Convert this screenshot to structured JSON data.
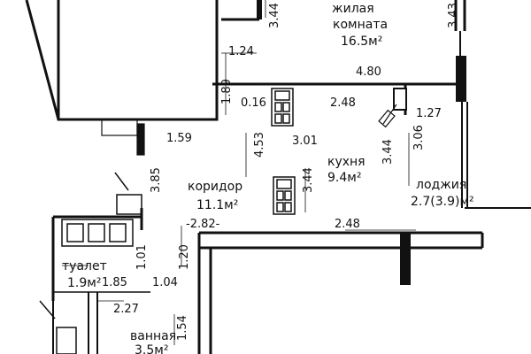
{
  "rooms": {
    "living_name": "жилая",
    "living_name2": "комната",
    "living_area": "16.5м²",
    "kitchen_name": "кухня",
    "kitchen_area": "9.4м²",
    "corridor_name": "коридор",
    "corridor_area": "11.1м²",
    "loggia_name": "лоджия",
    "loggia_area": "2.7(3.9)м²",
    "toilet_name": "туалет",
    "toilet_area": "1.9м²",
    "bath_name": "ванная",
    "bath_area": "3.5м²"
  },
  "dims": {
    "d1": "3.44",
    "d2": "3.43",
    "d3": "1.24",
    "d4": "4.80",
    "d5": "1.89",
    "d6": "0.16",
    "d7": "2.48",
    "d8": "1.27",
    "d9": "1.59",
    "d10": "4.53",
    "d11": "3.01",
    "d12": "3.06",
    "d13": "3.44",
    "d14": "3.44",
    "d15": "3.85",
    "d16": "-2.82-",
    "d17": "2.48",
    "d18": "1.01",
    "d19": "1.20",
    "d20": "1.85",
    "d21": "1.04",
    "d22": "2.27",
    "d23": "1.54"
  }
}
